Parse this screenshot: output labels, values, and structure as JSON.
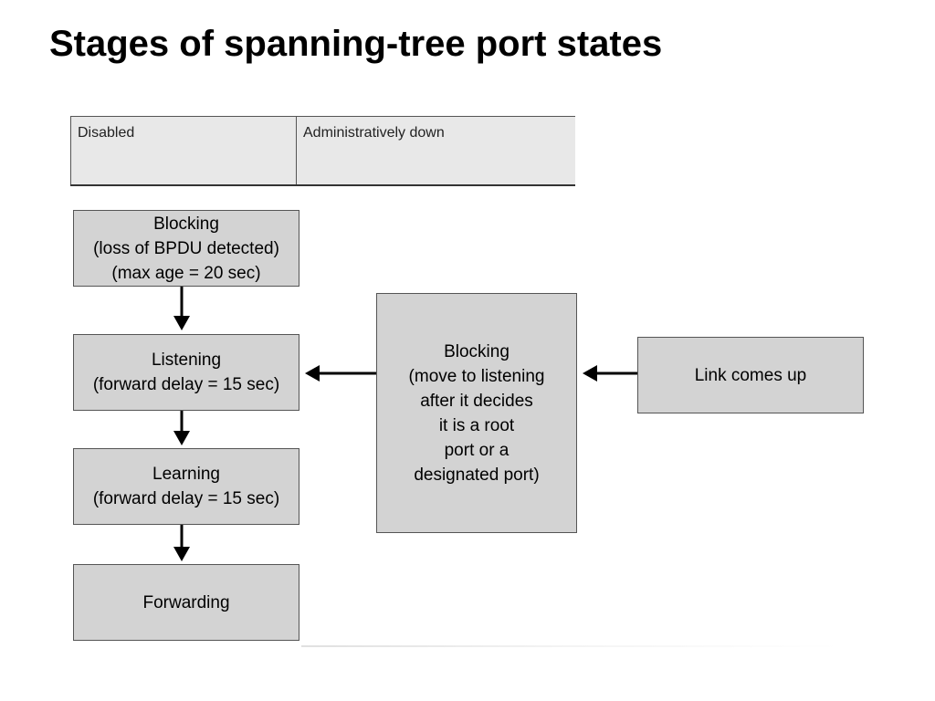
{
  "title": "Stages of spanning-tree port states",
  "table": {
    "state": "Disabled",
    "description": "Administratively down"
  },
  "boxes": {
    "blocking_bpdu": "Blocking\n(loss of BPDU detected)\n(max age = 20 sec)",
    "listening": "Listening\n(forward delay = 15 sec)",
    "learning": "Learning\n(forward delay = 15 sec)",
    "forwarding": "Forwarding",
    "blocking_move": "Blocking\n(move to listening\nafter it decides\nit is a root\nport or a\ndesignated port)",
    "link_up": "Link comes up"
  },
  "colors": {
    "box_fill": "#d3d3d3",
    "table_fill": "#e8e8e8",
    "arrow": "#000000"
  }
}
